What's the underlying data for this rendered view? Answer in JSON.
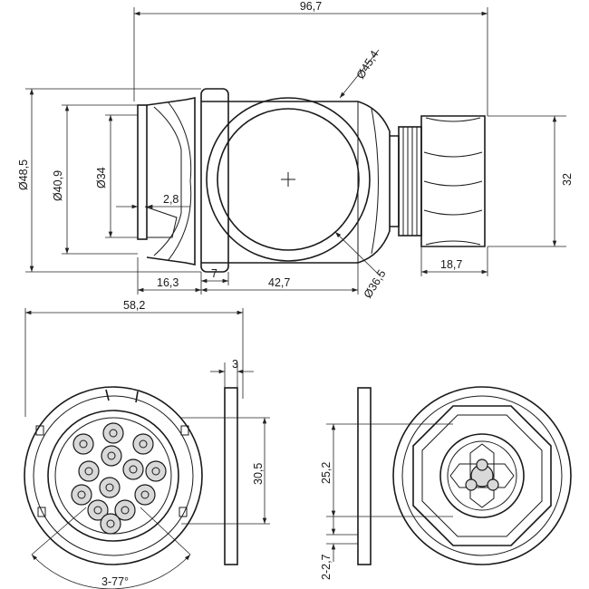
{
  "dimensions": {
    "overall_length": "96,7",
    "nut_diameter": "Ø45,4",
    "outer_diameter": "Ø48,5",
    "flange_diameter": "Ø40,9",
    "socket_diameter": "Ø34",
    "lip_thickness": "2,8",
    "body_diameter": "Ø36,5",
    "gland_height": "32",
    "gland_length": "18,7",
    "front_offset": "16,3",
    "gap": "7",
    "body_length": "42,7",
    "total_width_front": "58,2",
    "gasket_thickness": "3",
    "mount_distance_front": "30,5",
    "mount_distance_rear": "25,2",
    "mount_holes": "2-2,7",
    "pin_sector": "3-77°"
  },
  "colors": {
    "line": "#1a1a1a",
    "pin_fill": "#d9d9d9",
    "background": "#ffffff"
  }
}
